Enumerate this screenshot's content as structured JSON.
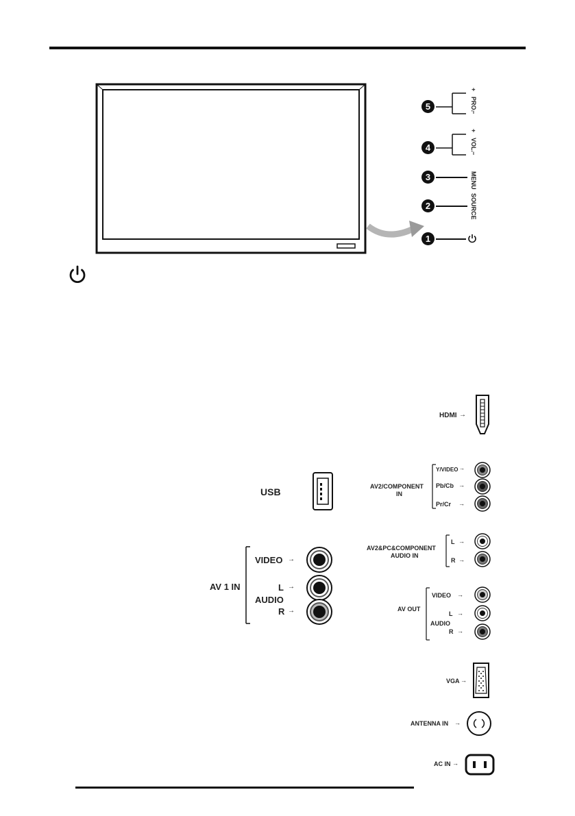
{
  "controls": [
    {
      "number": "5",
      "label": "PRO.",
      "plus": "+",
      "minus": "−"
    },
    {
      "number": "4",
      "label": "VOL.",
      "plus": "+",
      "minus": "−"
    },
    {
      "number": "3",
      "label": "MENU"
    },
    {
      "number": "2",
      "label": "SOURCE"
    },
    {
      "number": "1",
      "icon": "power-icon"
    }
  ],
  "side_panel": {
    "usb": "USB",
    "av1": {
      "group": "AV 1 IN",
      "video": "VIDEO",
      "audio": "AUDIO",
      "left": "L",
      "right": "R"
    }
  },
  "rear_panel": {
    "hdmi": "HDMI",
    "av2_component": {
      "group_line1": "AV2/COMPONENT",
      "group_line2": "IN",
      "y_video": "Y/VIDEO",
      "pb_cb": "Pb/Cb",
      "pr_cr": "Pr/Cr"
    },
    "av2_pc_audio": {
      "group_line1": "AV2&PC&COMPONENT",
      "group_line2": "AUDIO IN",
      "left": "L",
      "right": "R"
    },
    "av_out": {
      "group": "AV OUT",
      "video": "VIDEO",
      "audio": "AUDIO",
      "left": "L",
      "right": "R"
    },
    "vga": "VGA",
    "antenna": "ANTENNA IN",
    "ac": "AC IN"
  },
  "power_icon": "power-icon"
}
